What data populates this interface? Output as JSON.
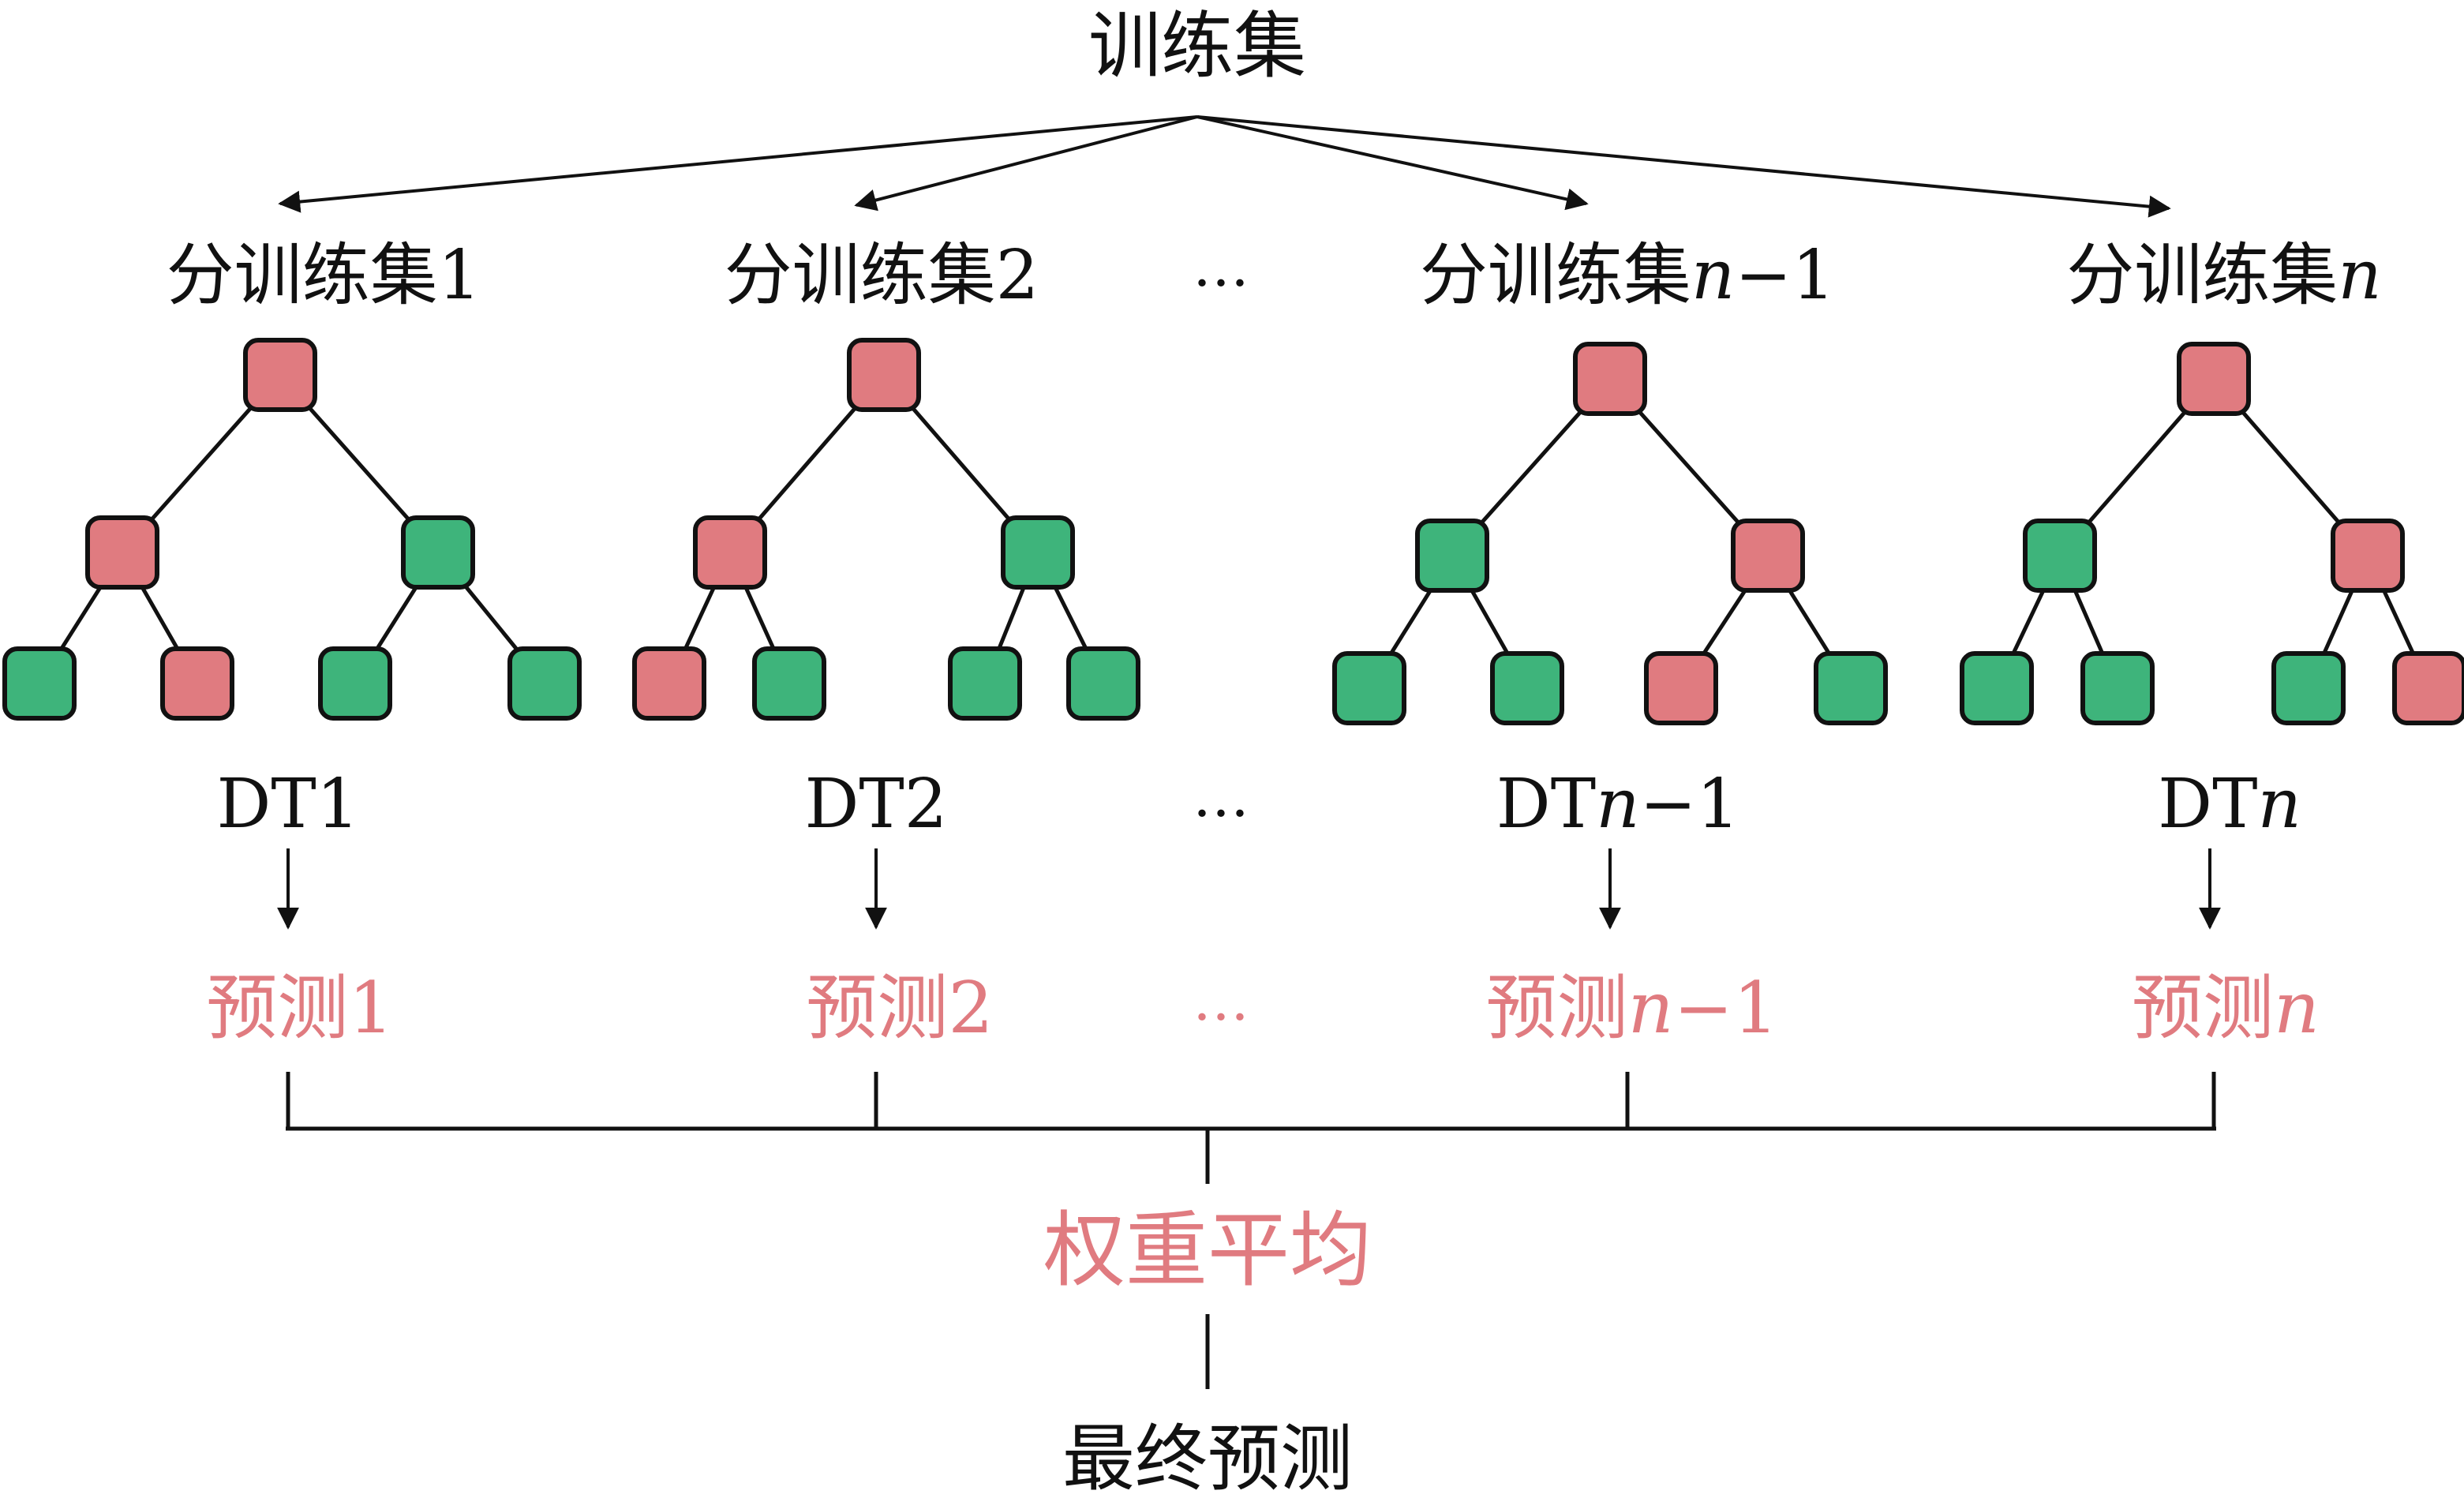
{
  "colors": {
    "positive_node": "#e07b80",
    "negative_node": "#3eb47b",
    "line": "#111111",
    "prediction_text": "#e07b80"
  },
  "root_label": "训练集",
  "ellipsis": "…",
  "columns": [
    {
      "subset_label": {
        "prefix": "分训练集",
        "italic": "",
        "suffix": "1"
      },
      "tree_label": {
        "prefix": "DT",
        "italic": "",
        "suffix": "1"
      },
      "prediction_label": {
        "prefix": "预测",
        "italic": "",
        "suffix": "1"
      },
      "node_colors": [
        "red",
        "red",
        "green",
        "green",
        "red",
        "green",
        "green"
      ]
    },
    {
      "subset_label": {
        "prefix": "分训练集",
        "italic": "",
        "suffix": "2"
      },
      "tree_label": {
        "prefix": "DT",
        "italic": "",
        "suffix": "2"
      },
      "prediction_label": {
        "prefix": "预测",
        "italic": "",
        "suffix": "2"
      },
      "node_colors": [
        "red",
        "red",
        "green",
        "red",
        "green",
        "green",
        "green"
      ]
    },
    {
      "subset_label": {
        "prefix": "分训练集",
        "italic": "n",
        "suffix": "−1"
      },
      "tree_label": {
        "prefix": "DT",
        "italic": "n",
        "suffix": "−1"
      },
      "prediction_label": {
        "prefix": "预测",
        "italic": "n",
        "suffix": "−1"
      },
      "node_colors": [
        "red",
        "green",
        "red",
        "green",
        "green",
        "red",
        "green"
      ]
    },
    {
      "subset_label": {
        "prefix": "分训练集",
        "italic": "n",
        "suffix": ""
      },
      "tree_label": {
        "prefix": "DT",
        "italic": "n",
        "suffix": ""
      },
      "prediction_label": {
        "prefix": "预测",
        "italic": "n",
        "suffix": ""
      },
      "node_colors": [
        "red",
        "green",
        "red",
        "green",
        "green",
        "green",
        "red"
      ]
    }
  ],
  "aggregation_label": "权重平均",
  "final_label": "最终预测"
}
